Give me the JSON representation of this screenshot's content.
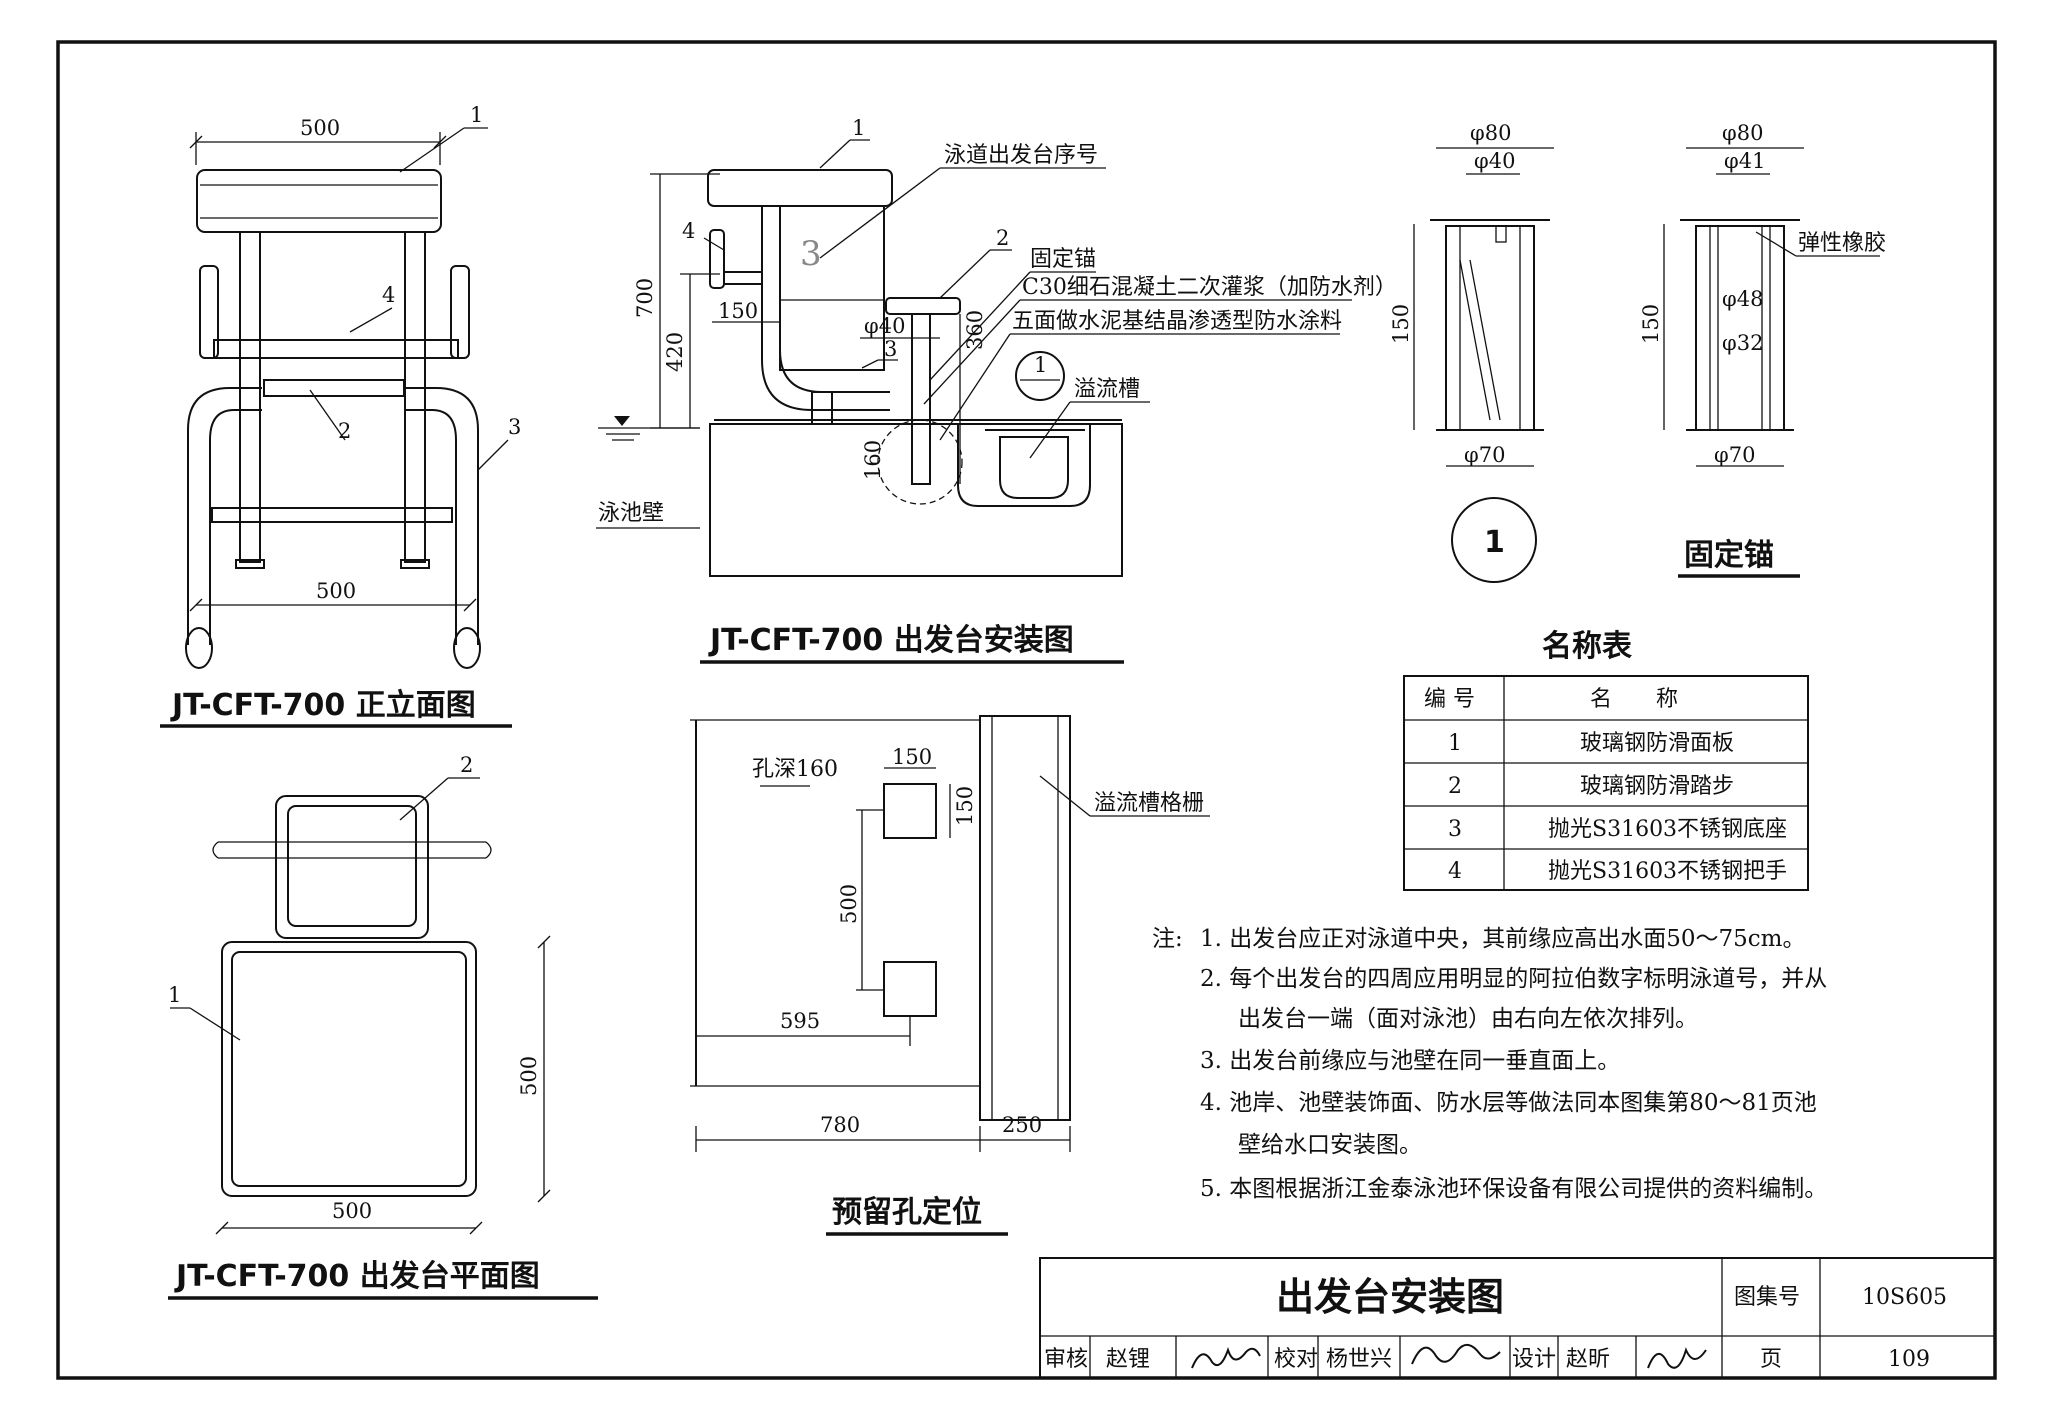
{
  "elevation": {
    "title": "JT-CFT-700 正立面图",
    "dim_top": "500",
    "dim_bottom": "500",
    "callouts": [
      "1",
      "4",
      "2",
      "3"
    ]
  },
  "install": {
    "title": "JT-CFT-700 出发台安装图",
    "lane_number_label": "泳道出发台序号",
    "lane_number": "3",
    "anchor_label": "固定锚",
    "grout_label": "C30细石混凝土二次灌浆（加防水剂）",
    "coating_label": "五面做水泥基结晶渗透型防水涂料",
    "overflow_label": "溢流槽",
    "wall_label": "泳池壁",
    "dims": [
      "700",
      "420",
      "150",
      "φ40",
      "360",
      "160"
    ],
    "callouts": [
      "1",
      "2",
      "3",
      "4"
    ],
    "detail_mark": "1"
  },
  "anchor": {
    "title": "固定锚",
    "detail_number": "1",
    "left_dims": [
      "φ80",
      "φ40",
      "150",
      "φ70"
    ],
    "right_dims": [
      "φ80",
      "φ41",
      "150",
      "φ48",
      "φ32",
      "φ70"
    ],
    "rubber_label": "弹性橡胶"
  },
  "plan": {
    "title": "JT-CFT-700 出发台平面图",
    "dim_bottom": "500",
    "dim_right": "500",
    "callouts": [
      "2",
      "1"
    ]
  },
  "holes": {
    "title": "预留孔定位",
    "depth_label": "孔深160",
    "grate_label": "溢流槽格栅",
    "dims": [
      "150",
      "150",
      "500",
      "595",
      "780",
      "250"
    ]
  },
  "name_table": {
    "title": "名称表",
    "headers": [
      "编 号",
      "名　　称"
    ],
    "rows": [
      [
        "1",
        "玻璃钢防滑面板"
      ],
      [
        "2",
        "玻璃钢防滑踏步"
      ],
      [
        "3",
        "抛光S31603不锈钢底座"
      ],
      [
        "4",
        "抛光S31603不锈钢把手"
      ]
    ]
  },
  "notes": {
    "prefix": "注:",
    "lines": [
      "1. 出发台应正对泳道中央，其前缘应高出水面50～75cm。",
      "2. 每个出发台的四周应用明显的阿拉伯数字标明泳道号，并从",
      "出发台一端（面对泳池）由右向左依次排列。",
      "3. 出发台前缘应与池壁在同一垂直面上。",
      "4. 池岸、池壁装饰面、防水层等做法同本图集第80～81页池",
      "壁给水口安装图。",
      "5. 本图根据浙江金泰泳池环保设备有限公司提供的资料编制。"
    ]
  },
  "title_block": {
    "title": "出发台安装图",
    "atlas_label": "图集号",
    "atlas_no": "10S605",
    "page_label": "页",
    "page_no": "109",
    "review_label": "审核",
    "review_name": "赵锂",
    "check_label": "校对",
    "check_name": "杨世兴",
    "design_label": "设计",
    "design_name": "赵昕"
  }
}
